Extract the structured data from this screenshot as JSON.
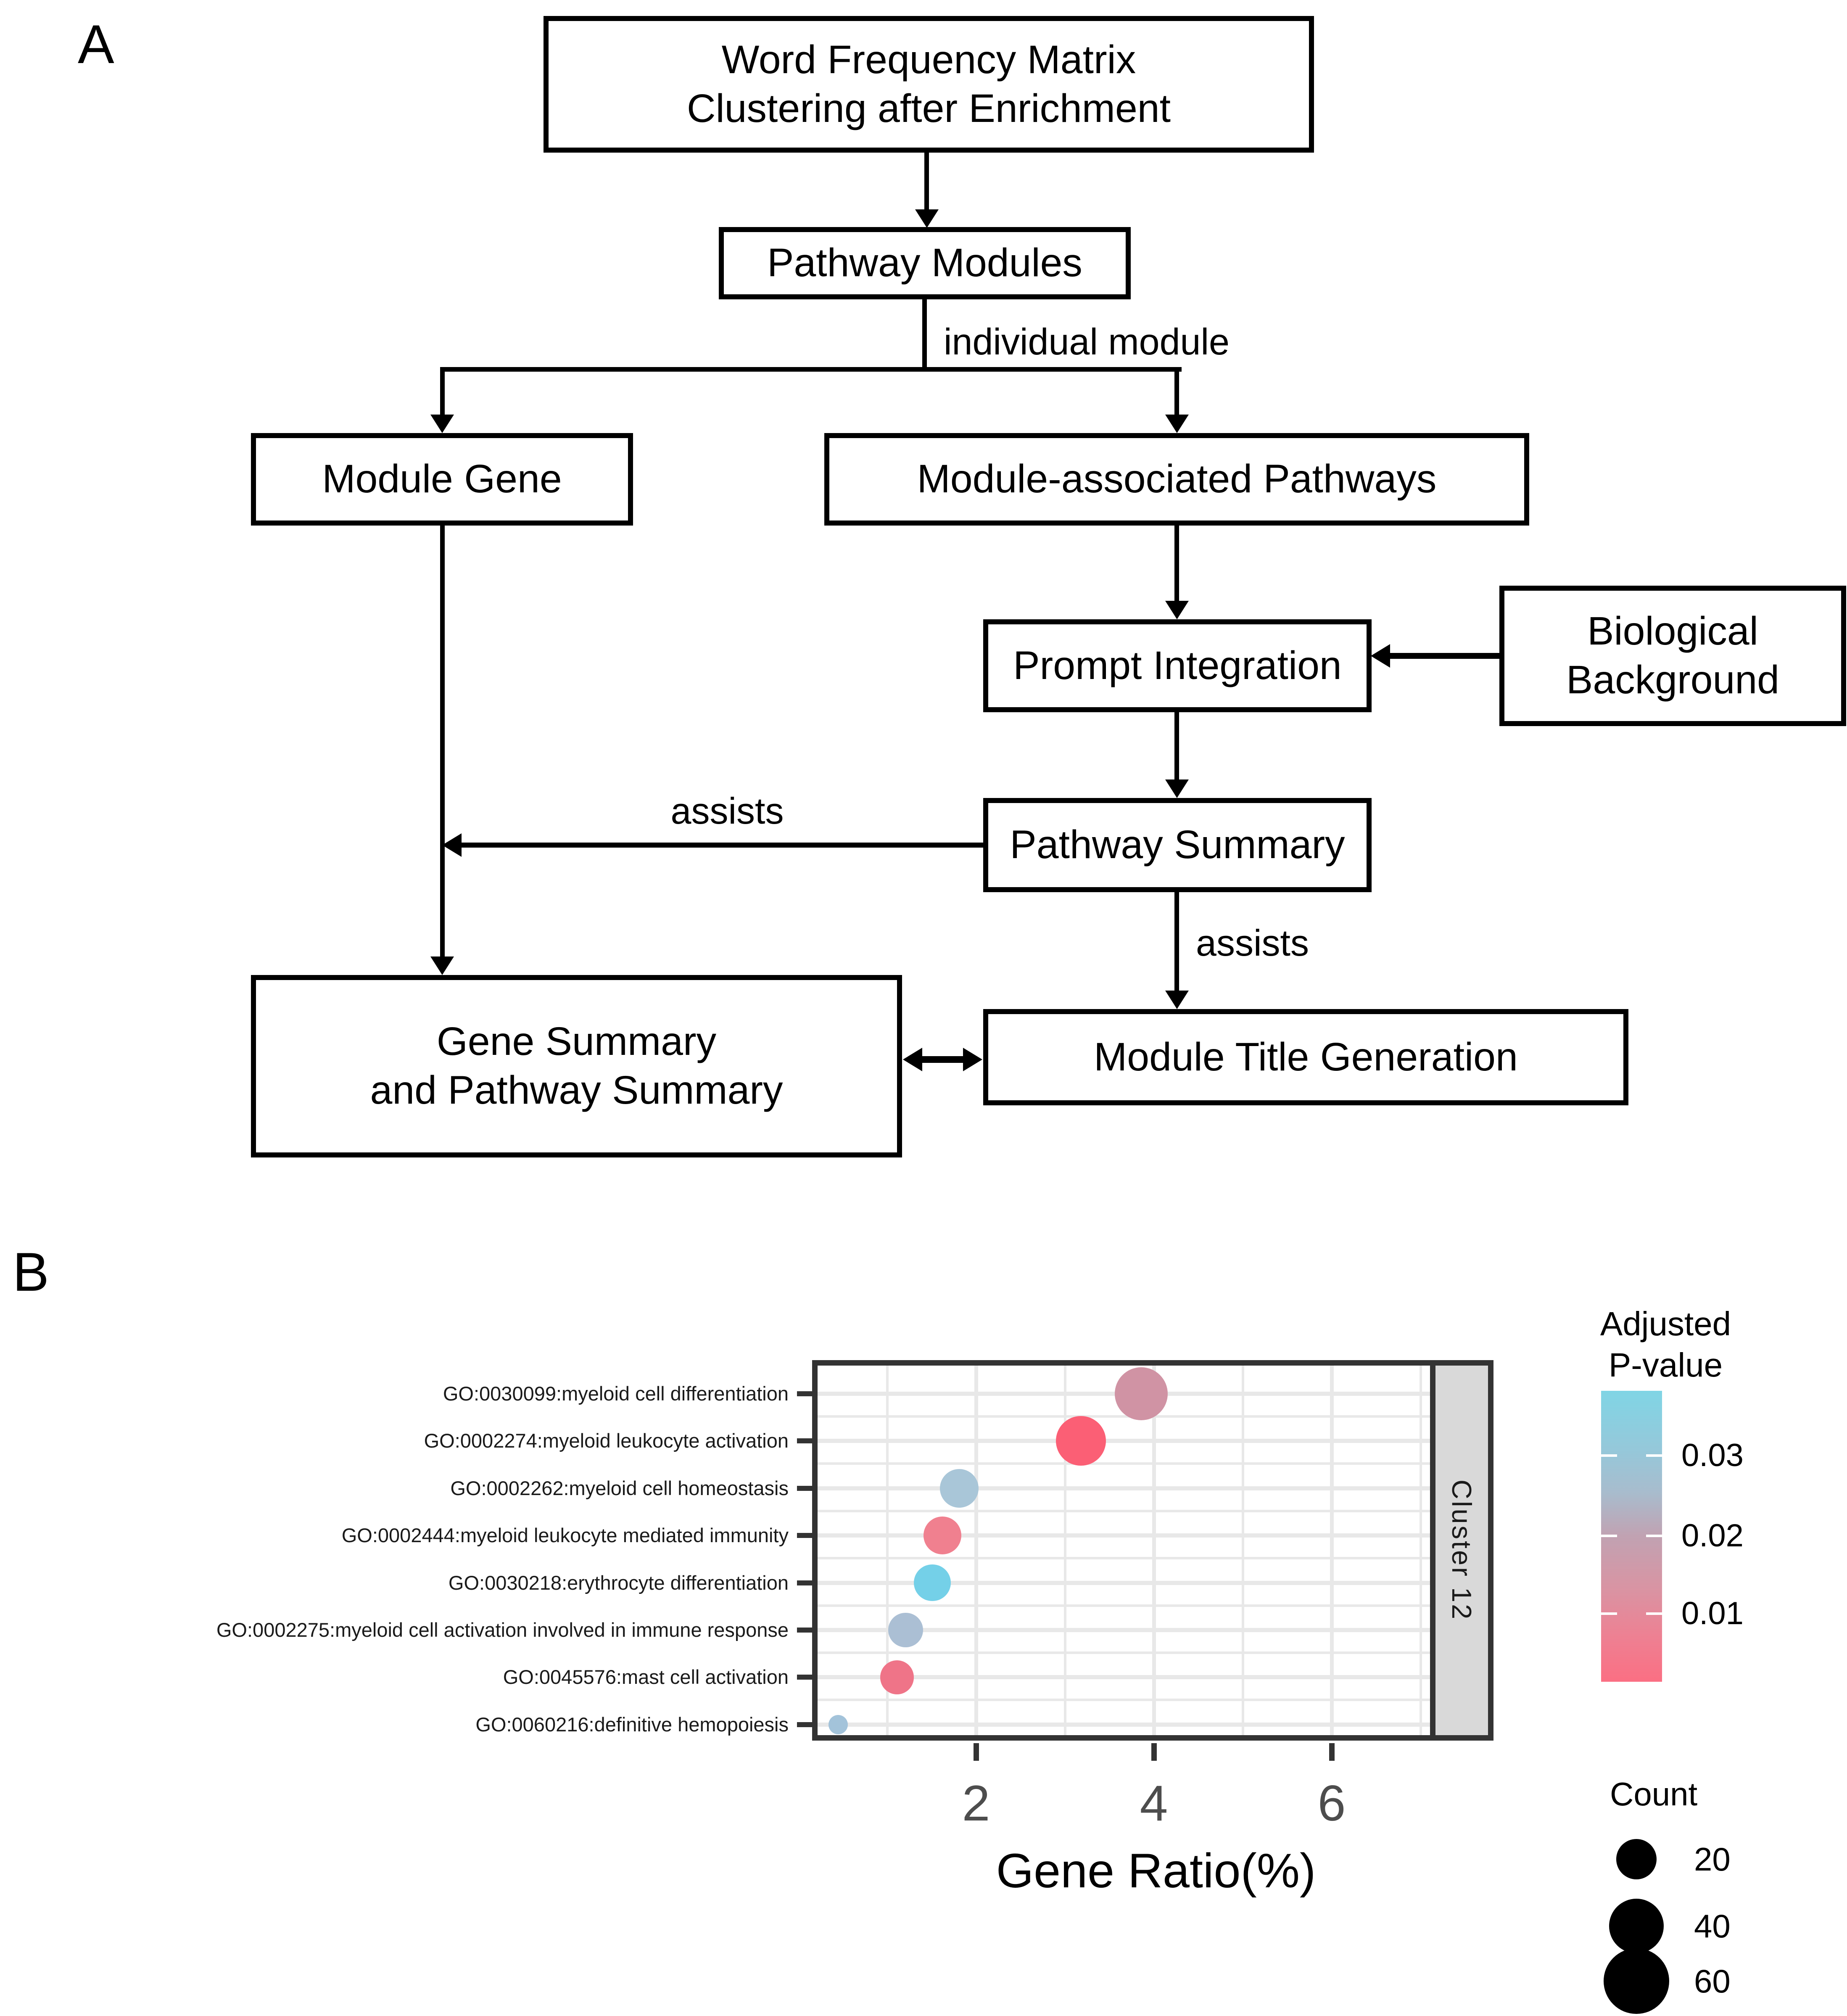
{
  "figure": {
    "panel_a_label": "A",
    "panel_b_label": "B"
  },
  "flowchart": {
    "nodes": {
      "word_freq_1": "Word Frequency Matrix",
      "word_freq_2": "Clustering after Enrichment",
      "pathway_modules": "Pathway Modules",
      "module_gene": "Module Gene",
      "module_assoc": "Module-associated Pathways",
      "prompt_integration": "Prompt Integration",
      "biological_1": "Biological",
      "biological_2": "Background",
      "pathway_summary": "Pathway Summary",
      "gene_summary_1": "Gene Summary",
      "gene_summary_2": "and Pathway Summary",
      "module_title": "Module Title Generation"
    },
    "edges": {
      "individual_module": "individual module",
      "assists_left": "assists",
      "assists_right": "assists"
    }
  },
  "chart_data": {
    "type": "scatter",
    "title": "",
    "facet_label": "Cluster 12",
    "xlabel": "Gene Ratio(%)",
    "ylabel": "",
    "x_ticks": [
      2,
      4,
      6
    ],
    "xlim": [
      0.2,
      7.1
    ],
    "grid": "on",
    "legend_position": "right",
    "color_legend": {
      "title_line1": "Adjusted",
      "title_line2": "P-value",
      "ticks": [
        "0.03",
        "0.02",
        "0.01"
      ],
      "top_color": "#80d5e5",
      "bottom_color": "#fb6f83"
    },
    "size_legend": {
      "title": "Count",
      "values": [
        20,
        40,
        60
      ]
    },
    "rows": [
      {
        "label": "GO:0030099:myeloid cell differentiation",
        "gene_ratio_pct": 3.86,
        "count": 37,
        "adj_p": 0.017,
        "color": "#d093a4"
      },
      {
        "label": "GO:0002274:myeloid leukocyte activation",
        "gene_ratio_pct": 3.18,
        "count": 32,
        "adj_p": 0.004,
        "color": "#fb5f75"
      },
      {
        "label": "GO:0002262:myeloid cell homeostasis",
        "gene_ratio_pct": 1.81,
        "count": 18,
        "adj_p": 0.028,
        "color": "#a9c6d8"
      },
      {
        "label": "GO:0002444:myeloid leukocyte mediated immunity",
        "gene_ratio_pct": 1.62,
        "count": 17,
        "adj_p": 0.009,
        "color": "#f0808f"
      },
      {
        "label": "GO:0030218:erythrocyte differentiation",
        "gene_ratio_pct": 1.51,
        "count": 16,
        "adj_p": 0.036,
        "color": "#74d0e8"
      },
      {
        "label": "GO:0002275:myeloid cell activation involved in immune response",
        "gene_ratio_pct": 1.21,
        "count": 14,
        "adj_p": 0.026,
        "color": "#abbfd4"
      },
      {
        "label": "GO:0045576:mast cell activation",
        "gene_ratio_pct": 1.11,
        "count": 13,
        "adj_p": 0.007,
        "color": "#ef7488"
      },
      {
        "label": "GO:0060216:definitive hemopoiesis",
        "gene_ratio_pct": 0.45,
        "count": 3,
        "adj_p": 0.03,
        "color": "#a3c3da"
      }
    ]
  }
}
